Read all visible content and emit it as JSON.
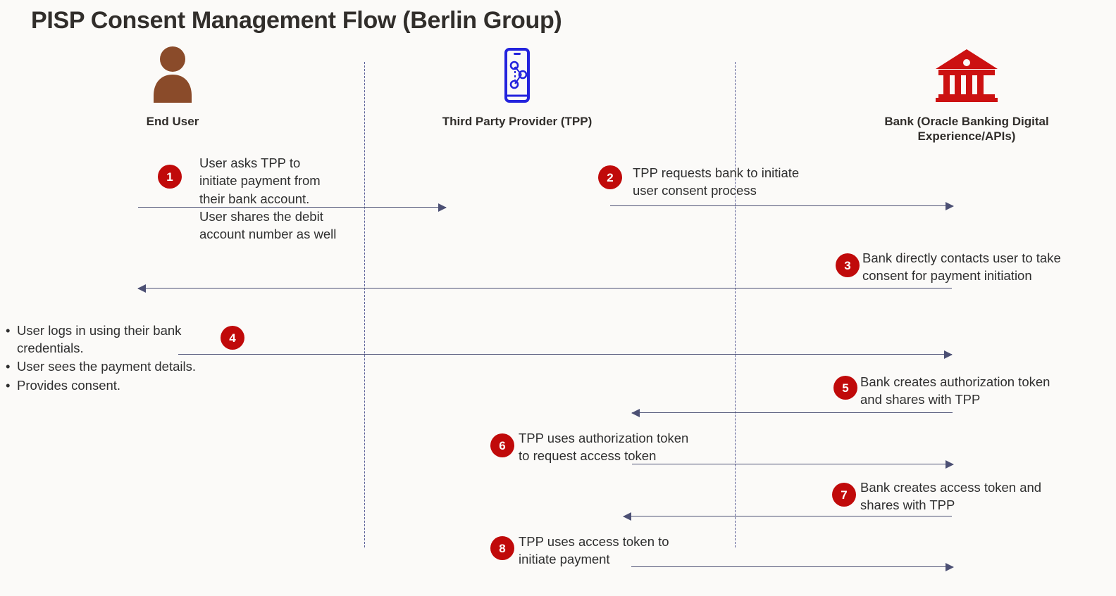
{
  "title": "PISP Consent Management Flow (Berlin Group)",
  "colors": {
    "background": "#fbfaf8",
    "badge": "#c00a0a",
    "arrow": "#4c5074",
    "lifeline": "#5b5f96",
    "user_icon": "#8a4b2a",
    "tpp_icon": "#2323dd",
    "bank_icon": "#cc1111",
    "title_text": "#312e2b"
  },
  "actors": [
    {
      "id": "end-user",
      "label": "End User",
      "icon": "person-icon"
    },
    {
      "id": "tpp",
      "label": "Third Party\nProvider (TPP)",
      "icon": "mobile-network-icon"
    },
    {
      "id": "bank",
      "label": "Bank (Oracle Banking Digital\nExperience/APIs)",
      "icon": "bank-building-icon"
    }
  ],
  "steps": [
    {
      "number": "1",
      "text": "User asks TPP to\ninitiate payment from\ntheir bank account.\nUser shares the debit\naccount number as well",
      "direction": "right",
      "from": "end-user",
      "to": "tpp"
    },
    {
      "number": "2",
      "text": "TPP requests bank to initiate\nuser consent process",
      "direction": "right",
      "from": "tpp",
      "to": "bank"
    },
    {
      "number": "3",
      "text": "Bank directly contacts user to take\nconsent for payment initiation",
      "direction": "left",
      "from": "bank",
      "to": "end-user"
    },
    {
      "number": "4",
      "bullets": [
        "User logs in using their bank\ncredentials.",
        "User sees the payment details.",
        "Provides consent."
      ],
      "direction": "right",
      "from": "end-user",
      "to": "bank"
    },
    {
      "number": "5",
      "text": "Bank creates authorization token\nand shares with TPP",
      "direction": "left",
      "from": "bank",
      "to": "tpp"
    },
    {
      "number": "6",
      "text": "TPP uses authorization token\nto request access token",
      "direction": "right",
      "from": "tpp",
      "to": "bank"
    },
    {
      "number": "7",
      "text": "Bank creates access token and\nshares with TPP",
      "direction": "left",
      "from": "bank",
      "to": "tpp"
    },
    {
      "number": "8",
      "text": "TPP uses access token to\ninitiate payment",
      "direction": "right",
      "from": "tpp",
      "to": "bank"
    }
  ]
}
